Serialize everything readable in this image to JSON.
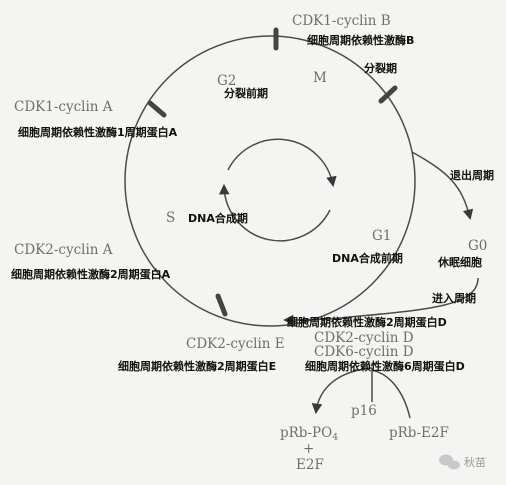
{
  "labels": {
    "cdk1_cyclin_b": "CDK1-cyclin B",
    "cdk1_cyclin_b_cn": "细胞周期依赖性激酶B",
    "m_phase": "M",
    "m_phase_cn": "分裂期",
    "g2_phase": "G2",
    "g2_phase_cn": "分裂前期",
    "cdk1_cyclin_a": "CDK1-cyclin A",
    "cdk1_cyclin_a_cn": "细胞周期依赖性激酶1周期蛋白A",
    "exit_cycle_cn": "退出周期",
    "s_phase": "S",
    "s_phase_cn": "DNA合成期",
    "g1_phase": "G1",
    "g1_phase_cn": "DNA合成前期",
    "g0_phase": "G0",
    "g0_phase_cn": "休眠细胞",
    "cdk2_cyclin_a": "CDK2-cyclin A",
    "cdk2_cyclin_a_cn": "细胞周期依赖性激酶2周期蛋白A",
    "enter_cycle_cn": "进入周期",
    "cdk2_cyclin_d_cn": "细胞周期依赖性激酶2周期蛋白D",
    "cdk2_cyclin_e": "CDK2-cyclin E",
    "cdk2_cyclin_d": "CDK2-cyclin D",
    "cdk6_cyclin_d": "CDK6-cyclin D",
    "cdk2_cyclin_e_cn": "细胞周期依赖性激酶2周期蛋白E",
    "cdk6_cyclin_d_cn": "细胞周期依赖性激酶6周期蛋白D",
    "p16": "p16",
    "prb_po4": "pRb-PO",
    "prb_po4_sub": "4",
    "plus": "+",
    "e2f": "E2F",
    "prb_e2f": "pRb-E2F"
  },
  "watermark": {
    "text": "秋苗",
    "icon": "wechat-icon"
  }
}
